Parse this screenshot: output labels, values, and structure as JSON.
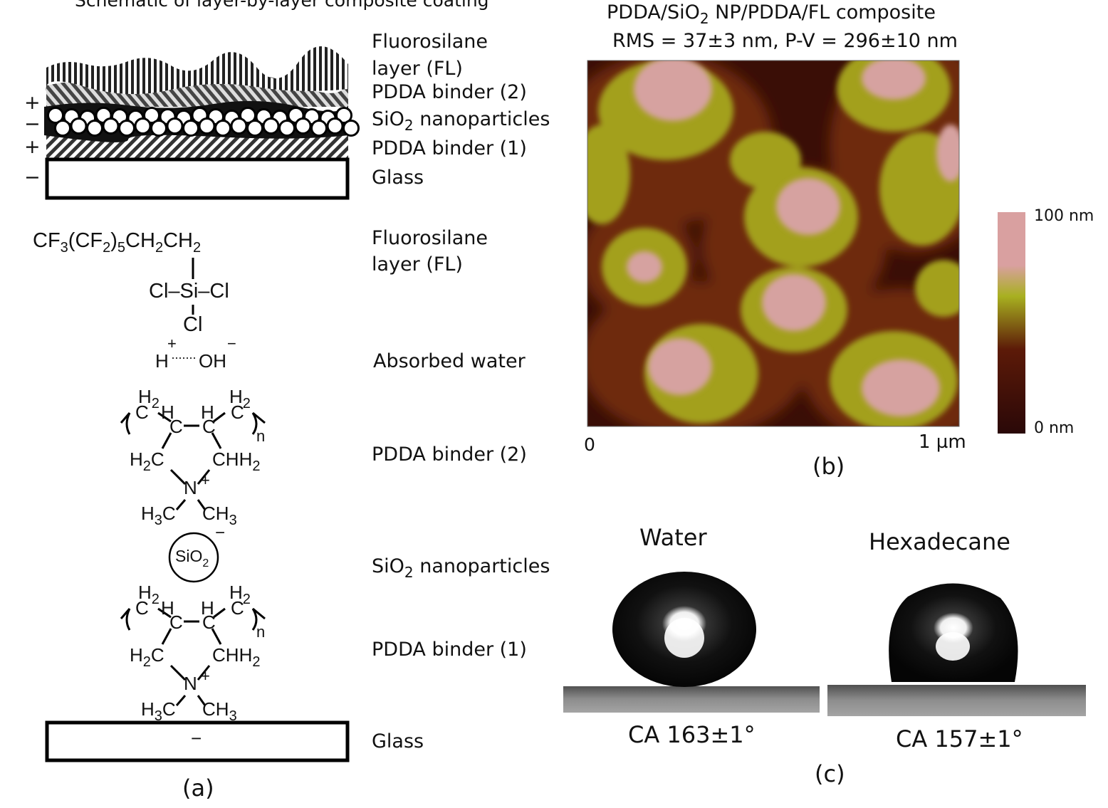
{
  "panel_a": {
    "title": "Schematic of layer-by-layer composite coating",
    "stack_labels": {
      "fl_line1": "Fluorosilane",
      "fl_line2": "layer (FL)",
      "pdda2": "PDDA binder (2)",
      "sio2_pre": "SiO",
      "sio2_sub": "2",
      "sio2_post": " nanoparticles",
      "pdda1": "PDDA binder (1)",
      "glass": "Glass"
    },
    "charges": [
      "+",
      "−",
      "+",
      "−"
    ],
    "chem_labels": {
      "fl_line1": "Fluorosilane",
      "fl_line2": "layer (FL)",
      "water": "Absorbed water",
      "pdda2": "PDDA binder (2)",
      "sio2_pre": "SiO",
      "sio2_sub": "2",
      "sio2_post": " nanoparticles",
      "pdda1": "PDDA binder (1)",
      "glass": "Glass"
    },
    "fluorosilane_formula": {
      "p1": "CF",
      "s1": "3",
      "p2": "(CF",
      "s2": "2",
      "p3": ")",
      "s3": "5",
      "p4": "CH",
      "s4": "2",
      "p5": "CH",
      "s5": "2",
      "si_row": "Cl–Si–Cl",
      "cl_bottom": "Cl"
    },
    "water": {
      "h": "H",
      "h_charge": "+",
      "bond": "·······",
      "oh": "OH",
      "oh_charge": "−"
    },
    "pdda": {
      "h2": "H",
      "h2_sub": "2",
      "c": "C",
      "h": "H",
      "n_sub": "n",
      "n": "N",
      "n_charge": "+",
      "h3c": "H",
      "h3c_sub": "3",
      "ch3": "CH",
      "ch3_sub": "3",
      "ch2": "CH",
      "h2c": "H"
    },
    "sio2_circle": {
      "text": "SiO",
      "sub": "2",
      "charge": "−"
    },
    "glass_charge": "−",
    "tag": "(a)"
  },
  "panel_b": {
    "title_line1_pre": "PDDA/SiO",
    "title_line1_sub": "2",
    "title_line1_post": " NP/PDDA/FL composite",
    "title_line2": "RMS = 37±3 nm, P-V = 296±10 nm",
    "x_min_label": "0",
    "x_max_label": "1 µm",
    "scale_max": "100 nm",
    "scale_min": "0 nm",
    "tag": "(b)",
    "colors": {
      "low": "#2a0808",
      "mid": "#5c1a08",
      "green": "#a8b020",
      "high": "#d9a0a0"
    }
  },
  "panel_c": {
    "water_label": "Water",
    "hexadecane_label": "Hexadecane",
    "water_ca": "CA 163±1°",
    "hexadecane_ca": "CA 157±1°",
    "tag": "(c)"
  }
}
